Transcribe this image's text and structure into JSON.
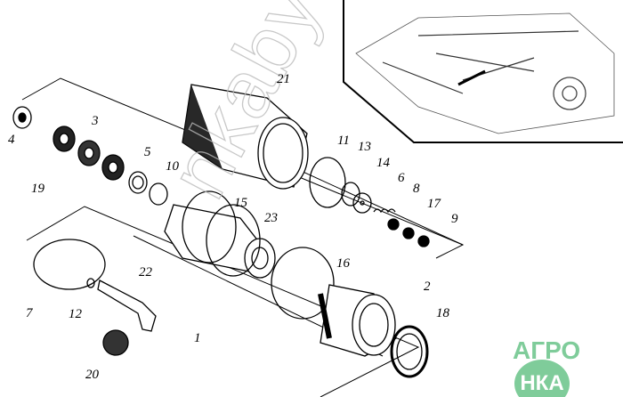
{
  "diagram": {
    "part_labels": [
      "4",
      "19",
      "3",
      "5",
      "10",
      "21",
      "11",
      "13",
      "14",
      "6",
      "8",
      "17",
      "9",
      "15",
      "23",
      "16",
      "2",
      "18",
      "7",
      "12",
      "22",
      "1",
      "20"
    ],
    "watermark": "nkaby",
    "logo": {
      "left": "АГРО",
      "right": "НКА",
      "color": "#7fcc9a"
    }
  }
}
